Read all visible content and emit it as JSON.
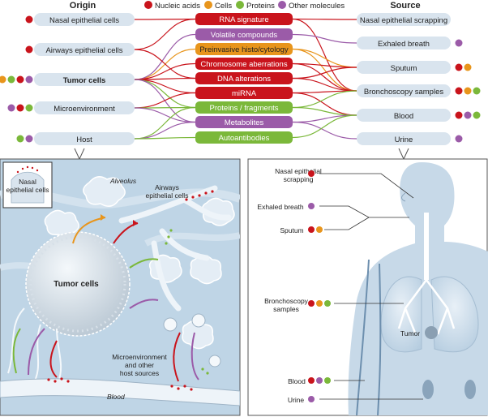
{
  "headers": {
    "origin": "Origin",
    "source": "Source"
  },
  "legend": [
    {
      "label": "Nucleic acids",
      "color": "#c9141c"
    },
    {
      "label": "Cells",
      "color": "#e8951c"
    },
    {
      "label": "Proteins",
      "color": "#7bb83a"
    },
    {
      "label": "Other molecules",
      "color": "#9b5ba8"
    }
  ],
  "colors": {
    "nucleic": "#c9141c",
    "cells": "#e8951c",
    "proteins": "#7bb83a",
    "other": "#9b5ba8",
    "pill": "#d9e4ee",
    "panel_bg": "#bfd5e6",
    "border": "#555555"
  },
  "origins": [
    {
      "label": "Nasal epithelial cells",
      "bold": false,
      "dots": [
        "nucleic"
      ]
    },
    {
      "label": "Airways epithelial cells",
      "bold": false,
      "dots": [
        "nucleic"
      ]
    },
    {
      "label": "Tumor cells",
      "bold": true,
      "dots": [
        "cells",
        "proteins",
        "nucleic",
        "other"
      ]
    },
    {
      "label": "Microenvironment",
      "bold": false,
      "dots": [
        "other",
        "nucleic",
        "proteins"
      ]
    },
    {
      "label": "Host",
      "bold": false,
      "dots": [
        "proteins",
        "other"
      ]
    }
  ],
  "biomarkers": [
    {
      "label": "RNA signature",
      "kind": "nucleic"
    },
    {
      "label": "Volatile compounds",
      "kind": "other"
    },
    {
      "label": "Preinvasive histo/cytology",
      "kind": "cells"
    },
    {
      "label": "Chromosome aberrations",
      "kind": "nucleic"
    },
    {
      "label": "DNA alterations",
      "kind": "nucleic"
    },
    {
      "label": "miRNA",
      "kind": "nucleic"
    },
    {
      "label": "Proteins / fragments",
      "kind": "proteins"
    },
    {
      "label": "Metabolites",
      "kind": "other"
    },
    {
      "label": "Autoantibodies",
      "kind": "proteins"
    }
  ],
  "sources": [
    {
      "label": "Nasal epithelial scrapping",
      "dots": []
    },
    {
      "label": "Exhaled breath",
      "dots": [
        "other"
      ]
    },
    {
      "label": "Sputum",
      "dots": [
        "nucleic",
        "cells"
      ]
    },
    {
      "label": "Bronchoscopy samples",
      "dots": [
        "nucleic",
        "cells",
        "proteins"
      ]
    },
    {
      "label": "Blood",
      "dots": [
        "nucleic",
        "other",
        "proteins"
      ]
    },
    {
      "label": "Urine",
      "dots": [
        "other"
      ]
    }
  ],
  "left_illustration": {
    "inset_label": [
      "Nasal",
      "epithelial cells"
    ],
    "alveolus": "Alveolus",
    "airways": [
      "Airways",
      "epithelial cells"
    ],
    "tumor": "Tumor cells",
    "micro": [
      "Microenvironment",
      "and other",
      "host sources"
    ],
    "blood": "Blood"
  },
  "right_illustration": {
    "labels": [
      {
        "lines": [
          "Nasal epithelial",
          "scrapping"
        ],
        "dots": [
          "nucleic"
        ]
      },
      {
        "lines": [
          "Exhaled breath"
        ],
        "dots": [
          "other"
        ]
      },
      {
        "lines": [
          "Sputum"
        ],
        "dots": [
          "nucleic",
          "cells"
        ]
      },
      {
        "lines": [
          "Bronchoscopy",
          "samples"
        ],
        "dots": [
          "nucleic",
          "cells",
          "proteins"
        ]
      },
      {
        "lines": [
          "Blood"
        ],
        "dots": [
          "nucleic",
          "other",
          "proteins"
        ]
      },
      {
        "lines": [
          "Urine"
        ],
        "dots": [
          "other"
        ]
      }
    ],
    "tumor": "Tumor"
  }
}
